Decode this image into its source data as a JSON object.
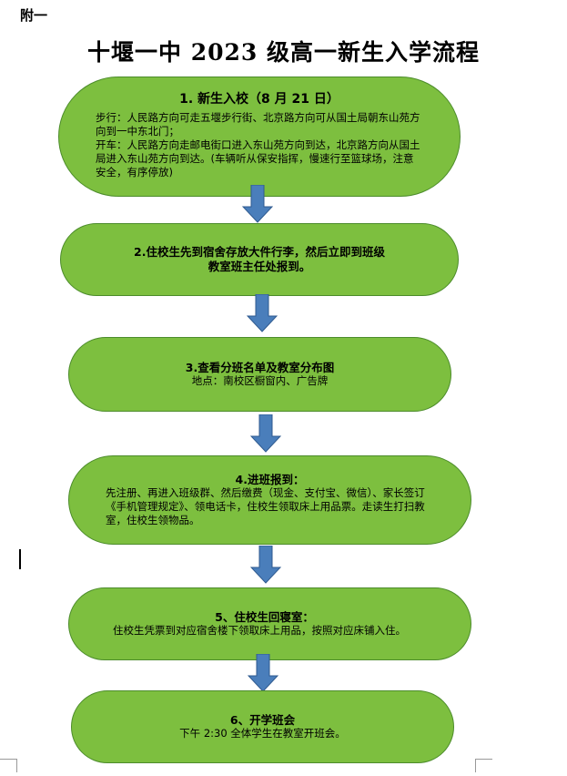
{
  "document": {
    "annex_label": "附一",
    "title": "十堰一中 2023 级高一新生入学流程"
  },
  "steps": [
    {
      "title": "1. 新生入校（8 月 21 日）",
      "lines": [
        "步行：人民路方向可走五堰步行街、北京路方向可从国土局朝东山苑方向到一中东北门；",
        "开车：人民路方向走邮电街口进入东山苑方向到达，北京路方向从国土局进入东山苑方向到达。(车辆听从保安指挥，慢速行至篮球场，注意安全，有序停放)"
      ]
    },
    {
      "title": "2.住校生先到宿舍存放大件行李，然后立即到班级教室班主任处报到。",
      "lines": []
    },
    {
      "title": "3.查看分班名单及教室分布图",
      "lines": [
        "地点：南校区橱窗内、广告牌"
      ]
    },
    {
      "title": "4.进班报到：",
      "lines": [
        "先注册、再进入班级群、然后缴费（现金、支付宝、微信）、家长签订《手机管理规定》、领电话卡，住校生领取床上用品票。走读生打扫教室，住校生领物品。"
      ]
    },
    {
      "title": "5、住校生回寝室：",
      "lines": [
        "住校生凭票到对应宿舍楼下领取床上用品，按照对应床铺入住。"
      ]
    },
    {
      "title": "6、开学班会",
      "lines": [
        "下午 2:30 全体学生在教室开班会。"
      ]
    }
  ],
  "colors": {
    "step_fill": "#7dbf3f",
    "step_border": "#4c8c2b",
    "arrow_fill": "#4a7ebb",
    "arrow_stroke": "#2f5a8f"
  },
  "icons": {
    "flow_arrow": "down-arrow-icon"
  }
}
